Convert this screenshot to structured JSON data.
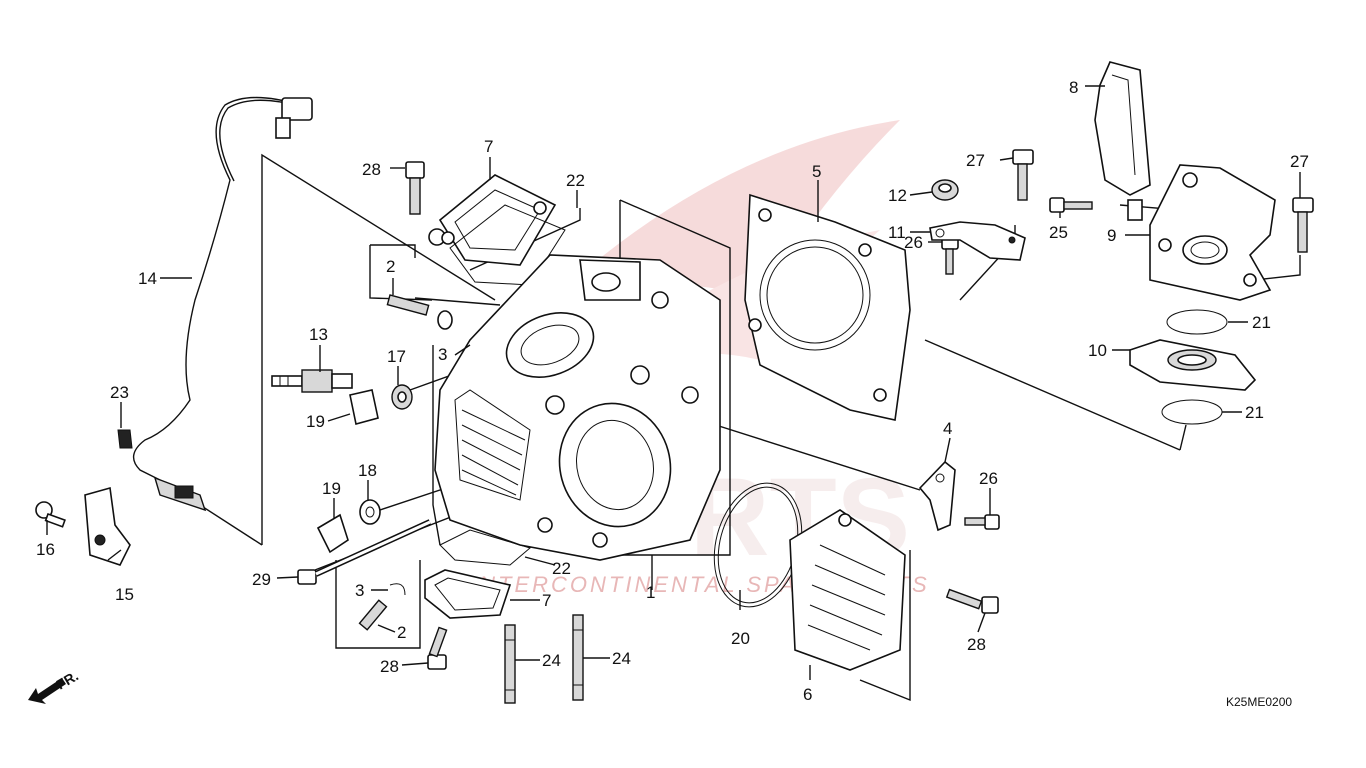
{
  "diagram": {
    "code": "K25ME0200",
    "front_marker": "FR.",
    "watermark": {
      "text": "INTERCONTINENTAL SPARE PARTS",
      "color": "#e8b7b7"
    },
    "callouts": {
      "c2a": "2",
      "c2b": "2",
      "c3a": "3",
      "c3b": "3",
      "c4": "4",
      "c5": "5",
      "c6": "6",
      "c7a": "7",
      "c7b": "7",
      "c8": "8",
      "c9": "9",
      "c10": "10",
      "c11": "11",
      "c12": "12",
      "c13": "13",
      "c14": "14",
      "c15": "15",
      "c16": "16",
      "c17": "17",
      "c18": "18",
      "c19a": "19",
      "c19b": "19",
      "c20": "20",
      "c21a": "21",
      "c21b": "21",
      "c22a": "22",
      "c22b": "22",
      "c23": "23",
      "c24a": "24",
      "c24b": "24",
      "c25": "25",
      "c26a": "26",
      "c26b": "26",
      "c27a": "27",
      "c27b": "27",
      "c28a": "28",
      "c28b": "28",
      "c28c": "28",
      "c29": "29",
      "c1": "1"
    }
  }
}
